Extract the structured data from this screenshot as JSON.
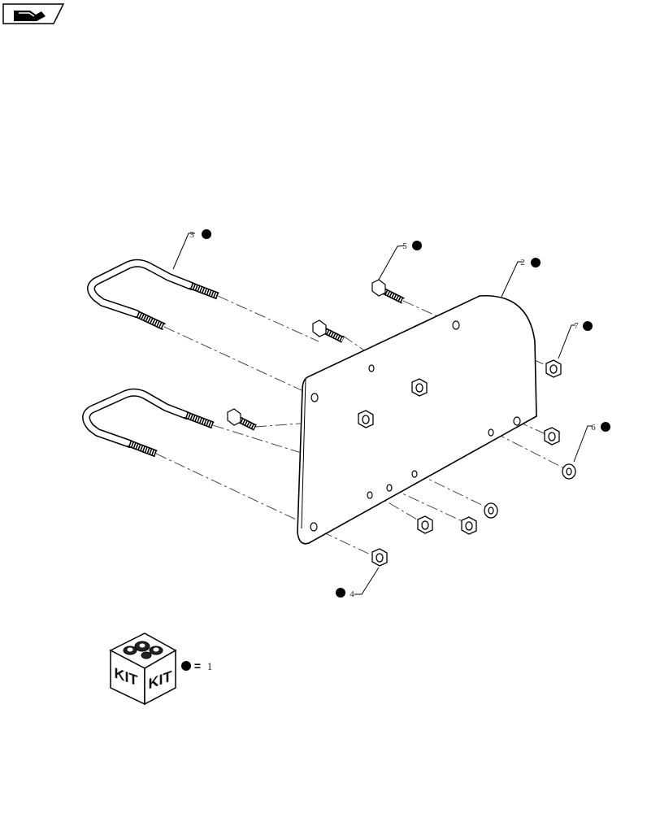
{
  "nav": {
    "icon": "back-arrow-icon"
  },
  "callouts": [
    {
      "id": "u-bolt",
      "label": "3"
    },
    {
      "id": "bolt",
      "label": "5"
    },
    {
      "id": "plate",
      "label": "2"
    },
    {
      "id": "nut-right",
      "label": "7"
    },
    {
      "id": "washer",
      "label": "6"
    },
    {
      "id": "nut-bottom",
      "label": "4"
    }
  ],
  "legend": {
    "kit_text_left": "KIT",
    "kit_text_right": "KIT",
    "equals": "=",
    "quantity": "1"
  }
}
